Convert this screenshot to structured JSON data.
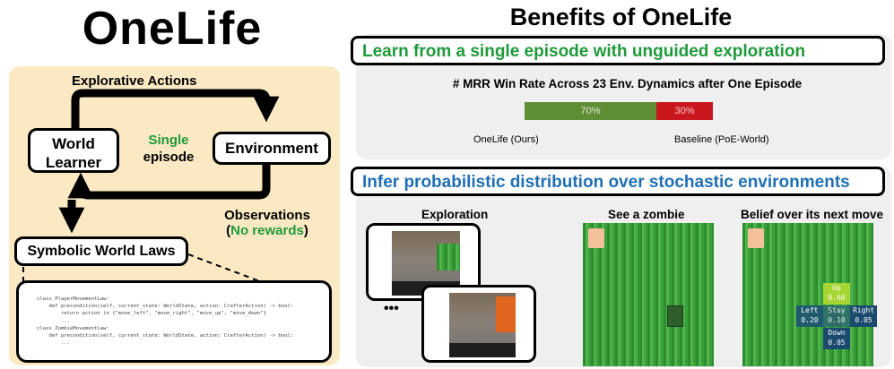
{
  "left": {
    "title": "OneLife",
    "explorative_actions": "Explorative Actions",
    "world_learner_line1": "World",
    "world_learner_line2": "Learner",
    "environment": "Environment",
    "single": "Single",
    "episode": "episode",
    "observations": "Observations",
    "no_rewards_open": "(",
    "no_rewards": "No rewards",
    "no_rewards_close": ")",
    "symbolic_world_laws": "Symbolic World Laws",
    "code_lines": [
      "class PlayerMovementLaw:",
      "    def precondition(self, current_state: WorldState, action: CrafterAction) -> bool:",
      "        return action in {\"move_left\", \"move_right\", \"move_up\", \"move_down\"}",
      "        ...",
      "class ZombieMovementLaw:",
      "    def precondition(self, current_state: WorldState, action: CrafterAction) -> bool:",
      "        ..."
    ]
  },
  "right": {
    "title": "Benefits of OneLife",
    "section1_banner": "Learn from a single episode with unguided exploration",
    "section1_colors": {
      "banner_text": "#1f9a3a",
      "onelife_bar": "#5f8e35",
      "baseline_bar": "#c9171d"
    },
    "section2_banner": "Infer probabilistic distribution over stochastic environments",
    "section2_colors": {
      "banner_text": "#1f6fb5"
    },
    "exploration": "Exploration",
    "see_zombie": "See a zombie",
    "belief": "Belief over its next move",
    "ellipsis": "•••",
    "tiles": {
      "up": {
        "label": "Up",
        "value": "0.60"
      },
      "left": {
        "label": "Left",
        "value": "0.20"
      },
      "stay": {
        "label": "Stay",
        "value": "0.10"
      },
      "right": {
        "label": "Right",
        "value": "0.05"
      },
      "down": {
        "label": "Down",
        "value": "0.05"
      }
    }
  },
  "chart_data": {
    "type": "bar",
    "title": "# MRR Win Rate Across 23 Env. Dynamics after One Episode",
    "series": [
      {
        "name": "OneLife (Ours)",
        "value": 70,
        "label": "70%"
      },
      {
        "name": "Baseline (PoE-World)",
        "value": 30,
        "label": "30%"
      }
    ],
    "stacked": true,
    "xlim": [
      0,
      100
    ]
  }
}
